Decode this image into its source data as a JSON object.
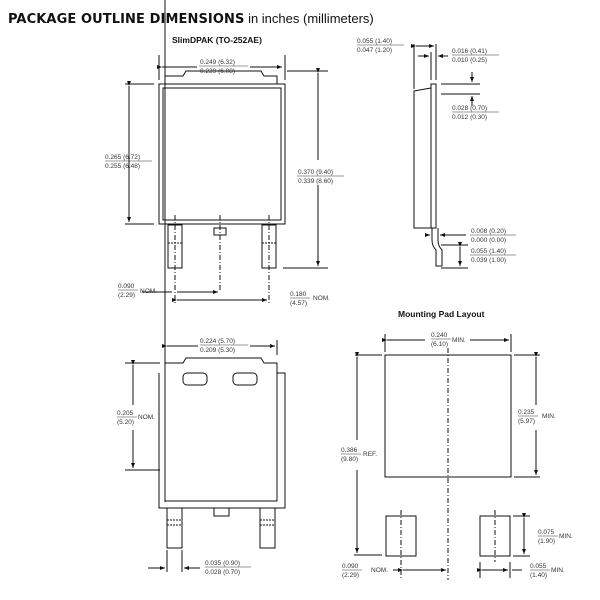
{
  "header": {
    "title_bold": "PACKAGE OUTLINE DIMENSIONS",
    "title_rest": " in inches (millimeters)"
  },
  "views": {
    "package_title": "SlimDPAK (TO-252AE)",
    "pad_title": "Mounting Pad Layout"
  },
  "dimensions": {
    "top_width": {
      "max": "0.249 (6.32)",
      "min": "0.239 (6.08)"
    },
    "body_height": {
      "max": "0.265 (6.72)",
      "min": "0.255 (6.48)"
    },
    "total_height": {
      "max": "0.370 (9.40)",
      "min": "0.339 (8.60)"
    },
    "lead_center": {
      "value": "0.090",
      "mm": "(2.29)",
      "note": "NOM."
    },
    "lead_pitch": {
      "value": "0.180",
      "mm": "(4.57)",
      "note": "NOM."
    },
    "side_thickness": {
      "max": "0.055 (1.40)",
      "min": "0.047 (1.20)"
    },
    "tab_thickness": {
      "max": "0.016 (0.41)",
      "min": "0.010 (0.25)"
    },
    "tab_offset": {
      "max": "0.028 (0.70)",
      "min": "0.012 (0.30)"
    },
    "standoff": {
      "max": "0.008 (0.20)",
      "min": "0.000 (0.00)"
    },
    "lead_length": {
      "max": "0.055 (1.40)",
      "min": "0.039 (1.00)"
    },
    "heatsink_width": {
      "max": "0.224 (5.70)",
      "min": "0.209 (5.30)"
    },
    "heatsink_height": {
      "value": "0.205",
      "mm": "(5.20)",
      "note": "NOM."
    },
    "lead_width": {
      "max": "0.035 (0.90)",
      "min": "0.028 (0.70)"
    },
    "pad_width": {
      "value": "0.240",
      "mm": "(6.10)",
      "note": "MIN."
    },
    "pad_height": {
      "value": "0.235",
      "mm": "(5.97)",
      "note": "MIN."
    },
    "pad_total": {
      "value": "0.386",
      "mm": "(9.80)",
      "note": "REF."
    },
    "pad_lead_center": {
      "value": "0.090",
      "mm": "(2.29)",
      "note": "NOM."
    },
    "small_pad_height": {
      "value": "0.075",
      "mm": "(1.90)",
      "note": "MIN."
    },
    "small_pad_width": {
      "value": "0.055",
      "mm": "(1.40)",
      "note": "MIN."
    }
  }
}
